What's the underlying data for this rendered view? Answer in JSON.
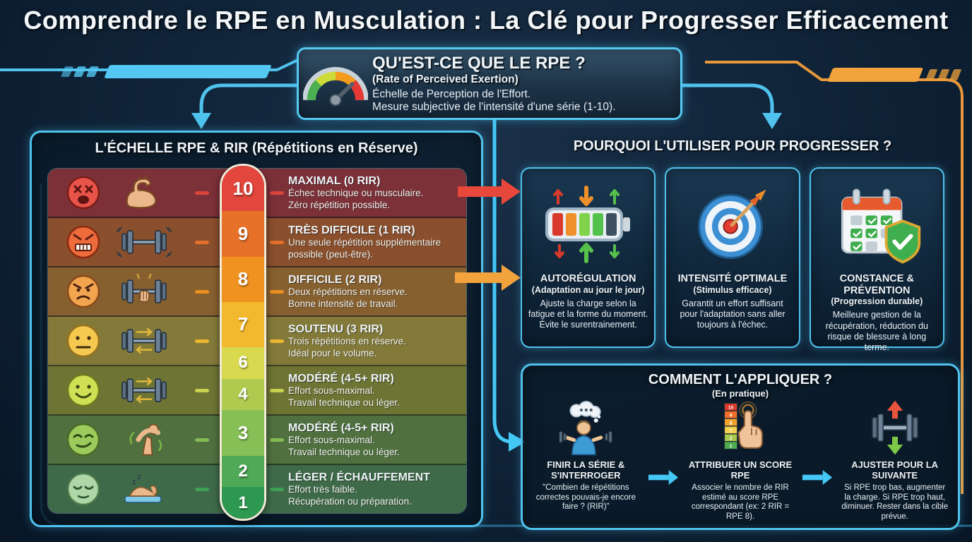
{
  "page": {
    "title": "Comprendre le RPE en Musculation : La Clé pour Progresser Efficacement"
  },
  "colors": {
    "cyan_accent": "#4fc3ee",
    "orange_accent": "#f2a33c",
    "red_arrow": "#e8473b",
    "pill_border": "#efe9d6"
  },
  "definition": {
    "icon": "gauge-icon",
    "title": "QU'EST-CE QUE LE RPE ?",
    "subtitle": "(Rate of Perceived Exertion)",
    "line1": "Échelle de Perception de l'Effort.",
    "line2": "Mesure subjective de l'intensité d'une série (1-10)."
  },
  "scale": {
    "title": "L'ÉCHELLE RPE & RIR (Répétitions en Réserve)",
    "rows": [
      {
        "face": "exhausted-face",
        "equipment": "flexed-biceps-icon",
        "heading": "MAXIMAL (0 RIR)",
        "line1": "Échec technique ou musculaire.",
        "line2": "Zéro répétition possible.",
        "bg": "#7c3038",
        "accent": "#e2463c"
      },
      {
        "face": "gritted-teeth-face",
        "equipment": "dumbbell-shake-icon",
        "heading": "TRÈS DIFFICILE (1 RIR)",
        "line1": "Une seule répétition supplémentaire",
        "line2": "possible (peut-être).",
        "bg": "#8a4f2c",
        "accent": "#e8712a"
      },
      {
        "face": "angry-face",
        "equipment": "dumbbell-grip-icon",
        "heading": "DIFFICILE (2 RIR)",
        "line1": "Deux répétitions en réserve.",
        "line2": "Bonne intensité de travail.",
        "bg": "#876030",
        "accent": "#f0921f"
      },
      {
        "face": "neutral-face",
        "equipment": "dumbbell-arrows-icon",
        "heading": "SOUTENU (3 RIR)",
        "line1": "Trois répétitions en réserve.",
        "line2": "Idéal pour le volume.",
        "bg": "#837a3a",
        "accent": "#f2b92e"
      },
      {
        "face": "smile-face",
        "equipment": "dumbbell-arrows-icon",
        "heading": "MODÉRÉ (4-5+ RIR)",
        "line1": "Effort sous-maximal.",
        "line2": "Travail technique ou léger.",
        "bg": "#6d7434",
        "accent": "#cfd750"
      },
      {
        "face": "smirk-face",
        "equipment": "stretch-person-icon",
        "heading": "MODÉRÉ (4-5+ RIR)",
        "line1": "Effort sous-maximal.",
        "line2": "Travail technique ou léger.",
        "bg": "#50713f",
        "accent": "#87bf57"
      },
      {
        "face": "sleepy-face",
        "equipment": "rest-person-icon",
        "heading": "LÉGER / ÉCHAUFFEMENT",
        "line1": "Effort très faible.",
        "line2": "Récupération ou préparation.",
        "bg": "#3f6a49",
        "accent": "#3fa355"
      }
    ],
    "pill_segments": [
      {
        "label": "10",
        "color": "#e2463c",
        "weight": 1
      },
      {
        "label": "9",
        "color": "#e8712a",
        "weight": 1
      },
      {
        "label": "8",
        "color": "#f0921f",
        "weight": 1
      },
      {
        "label": "7",
        "color": "#f2b92e",
        "weight": 1
      },
      {
        "label": "6",
        "color": "#d8d94f",
        "weight": 0.5
      },
      {
        "label": "4",
        "color": "#aecb50",
        "weight": 0.5
      },
      {
        "label": "3",
        "color": "#87bf57",
        "weight": 1
      },
      {
        "label": "2",
        "color": "#4fa957",
        "weight": 0.5
      },
      {
        "label": "1",
        "color": "#2d9950",
        "weight": 0.5
      }
    ]
  },
  "why": {
    "title": "POURQUOI L'UTILISER POUR PROGRESSER ?",
    "cards": [
      {
        "icon": "battery-icon",
        "title": "AUTORÉGULATION",
        "subtitle": "(Adaptation au jour le jour)",
        "body": "Ajuste la charge selon la fatigue et la forme du moment. Évite le surentrainement."
      },
      {
        "icon": "target-icon",
        "title": "INTENSITÉ OPTIMALE",
        "subtitle": "(Stimulus efficace)",
        "body": "Garantit un effort suffisant pour l'adaptation sans aller toujours à l'échec."
      },
      {
        "icon": "calendar-shield-icon",
        "title": "CONSTANCE & PRÉVENTION",
        "subtitle": "(Progression durable)",
        "body": "Meilleure gestion de la récupération, réduction du risque de blessure à long terme."
      }
    ]
  },
  "how": {
    "title": "COMMENT L'APPLIQUER ?",
    "subtitle": "(En pratique)",
    "steps": [
      {
        "icon": "think-icon",
        "title": "FINIR LA SÉRIE & S'INTERROGER",
        "body": "\"Combien de répétitions correctes pouvais-je encore faire ? (RIR)\""
      },
      {
        "icon": "score-icon",
        "title": "ATTRIBUER UN SCORE RPE",
        "body": "Associer le nombre de RIR estimé au score RPE correspondant (ex: 2 RIR = RPE 8)."
      },
      {
        "icon": "adjust-icon",
        "title": "AJUSTER POUR LA SUIVANTE",
        "body": "Si RPE trop bas, augmenter la charge. Si RPE trop haut, diminuer. Rester dans la cible prévue."
      }
    ]
  }
}
